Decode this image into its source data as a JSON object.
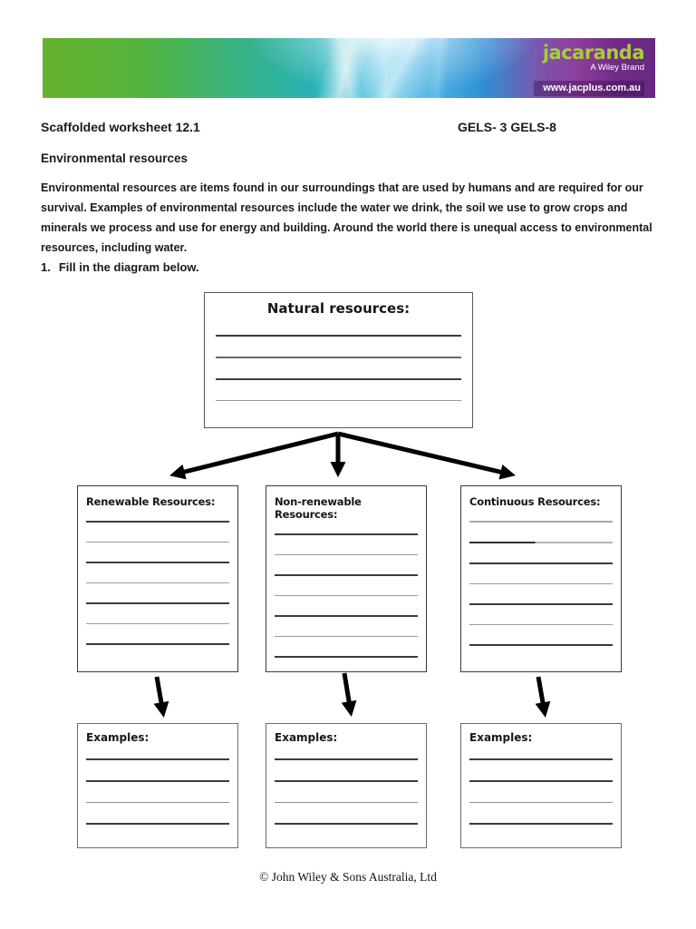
{
  "banner": {
    "brand": "jacaranda",
    "tagline": "A Wiley Brand",
    "url": "www.jacplus.com.au",
    "colors": {
      "brand_green": "#a6ce39",
      "banner_green": "#65b32e",
      "banner_teal": "#29b2b4",
      "banner_blue": "#2f8fd4",
      "banner_purple": "#6f2b86"
    }
  },
  "header": {
    "title": "Scaffolded worksheet 12.1",
    "code": "GELS- 3 GELS-8"
  },
  "content": {
    "heading": "Environmental resources",
    "paragraph": "Environmental resources are items found in our surroundings that are used by humans and are required for our survival. Examples of environmental resources include the water we drink, the soil we use to grow crops and minerals we process and use for energy and building. Around the world there is unequal access to environmental resources, including water.",
    "question": {
      "number": "1.",
      "text": "Fill in the diagram below."
    }
  },
  "diagram": {
    "root": {
      "title": "Natural resources:",
      "lines": 4
    },
    "categories": [
      {
        "title": "Renewable Resources:",
        "lines": 7
      },
      {
        "title": "Non-renewable Resources:",
        "lines": 7
      },
      {
        "title": "Continuous Resources:",
        "lines": 7
      }
    ],
    "examples": [
      {
        "title": "Examples:",
        "lines": 4
      },
      {
        "title": "Examples:",
        "lines": 4
      },
      {
        "title": "Examples:",
        "lines": 4
      }
    ]
  },
  "footer": {
    "copyright": "© John Wiley & Sons Australia, Ltd"
  }
}
